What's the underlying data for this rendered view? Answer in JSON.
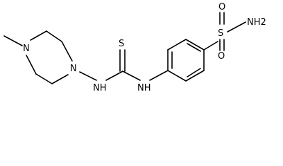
{
  "structure": {
    "atoms": {
      "methyl_n": "N",
      "piperazine_n": "N",
      "hydrazine_nh": "NH",
      "thio_s": "S",
      "aryl_nh": "NH",
      "sulfonyl_s": "S",
      "oxygen_top": "O",
      "oxygen_bottom": "O",
      "amine_nh2": "NH2"
    }
  }
}
